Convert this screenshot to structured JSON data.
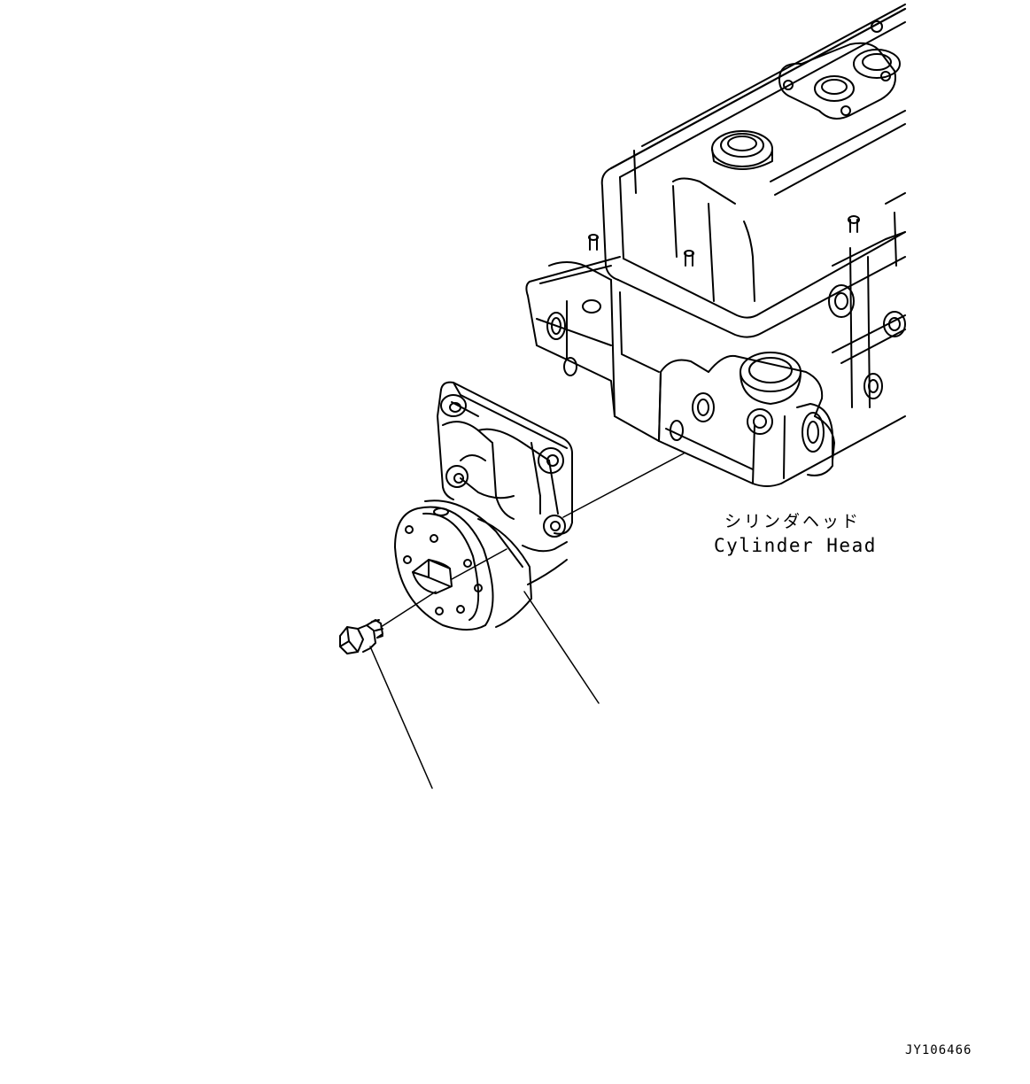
{
  "labels": {
    "cylinder_head_jp": "シリンダヘッド",
    "cylinder_head_en": "Cylinder Head"
  },
  "drawing_id": "JY106466",
  "colors": {
    "line": "#000000",
    "background": "#ffffff"
  }
}
